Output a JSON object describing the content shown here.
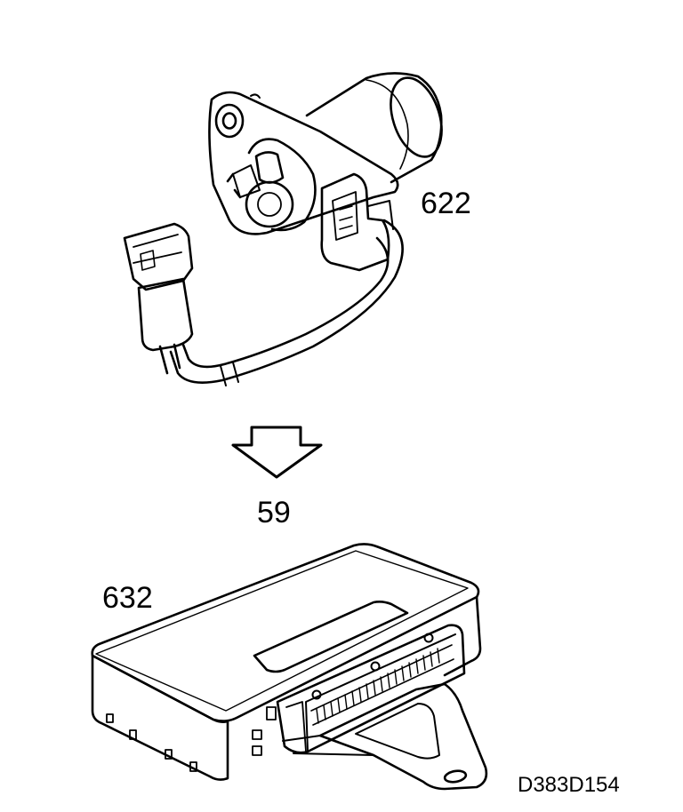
{
  "callouts": {
    "sensor_part_number": "622",
    "step_number": "59",
    "control_unit_part_number": "632",
    "drawing_reference": "D383D154"
  },
  "colors": {
    "line": "#000000",
    "background": "#ffffff"
  },
  "icons": {
    "arrow": "down-arrow-icon"
  }
}
